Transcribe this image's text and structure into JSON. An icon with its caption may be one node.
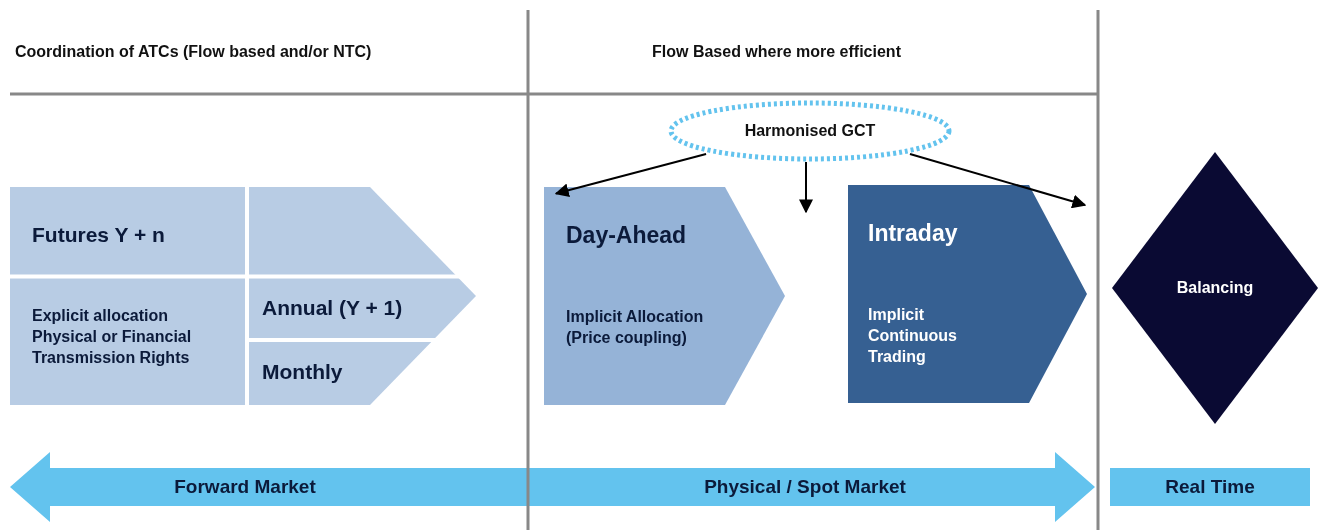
{
  "diagram": {
    "nodes": [
      {
        "text": [],
        "shape": "chevron"
      },
      {
        "text": [
          "Futures Y + n"
        ],
        "in": 0
      },
      {
        "text": [
          "Explicit allocation Physical or Financial Transmission Rights"
        ],
        "in": 0
      },
      {
        "text": [
          "Annual (Y + 1)"
        ],
        "in": 0
      },
      {
        "text": [
          "Monthly"
        ],
        "in": 0
      },
      {
        "text": [
          "Harmonised GCT"
        ]
      },
      {
        "text": [
          "Day-Ahead",
          "Implicit Allocation (Price coupling)"
        ]
      },
      {
        "text": [
          "Intraday",
          "Implicit Continuous Trading"
        ]
      },
      {
        "text": [
          "Balancing"
        ]
      },
      {
        "text": [
          "Forward Market",
          "Physical / Spot Market"
        ]
      },
      {
        "text": [
          "Real Time"
        ]
      }
    ],
    "edges": [
      {
        "from": 5,
        "to": 6,
        "arrow": "to"
      },
      {
        "from": 5,
        "to": null,
        "arrow": "to"
      },
      {
        "from": 5,
        "to": null,
        "arrow": "to"
      }
    ],
    "labels": [
      "Coordination of ATCs (Flow based and/or NTC)",
      "Flow Based where more efficient"
    ]
  }
}
